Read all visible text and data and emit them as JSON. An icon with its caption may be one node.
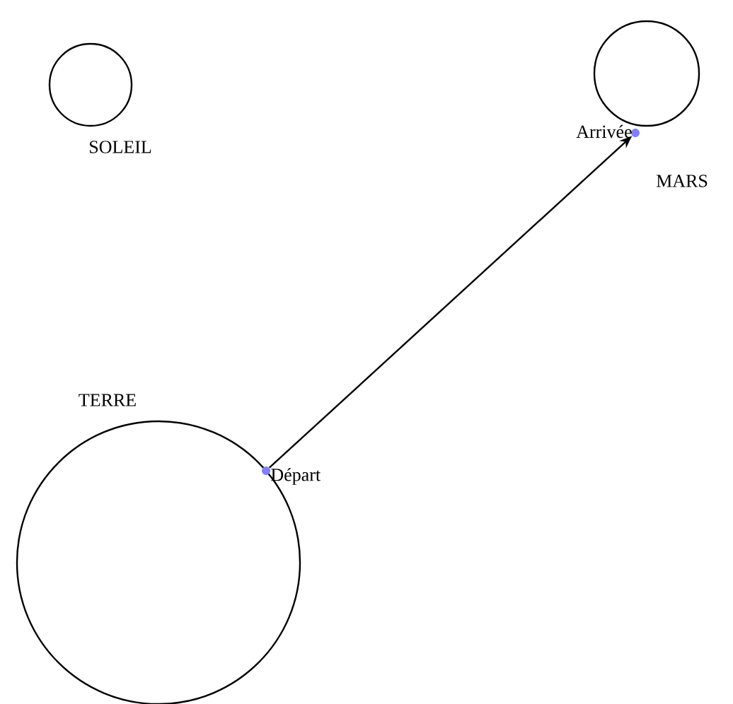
{
  "diagram": {
    "nodes": [
      {
        "text": [
          "SOLEIL"
        ]
      },
      {
        "text": [
          "TERRE"
        ]
      },
      {
        "text": [
          "MARS"
        ]
      },
      {
        "text": [
          "Départ"
        ]
      },
      {
        "text": [
          "Arrivée"
        ]
      }
    ],
    "edges": [
      {
        "from": 3,
        "to": 4,
        "arrow": "to"
      }
    ]
  }
}
